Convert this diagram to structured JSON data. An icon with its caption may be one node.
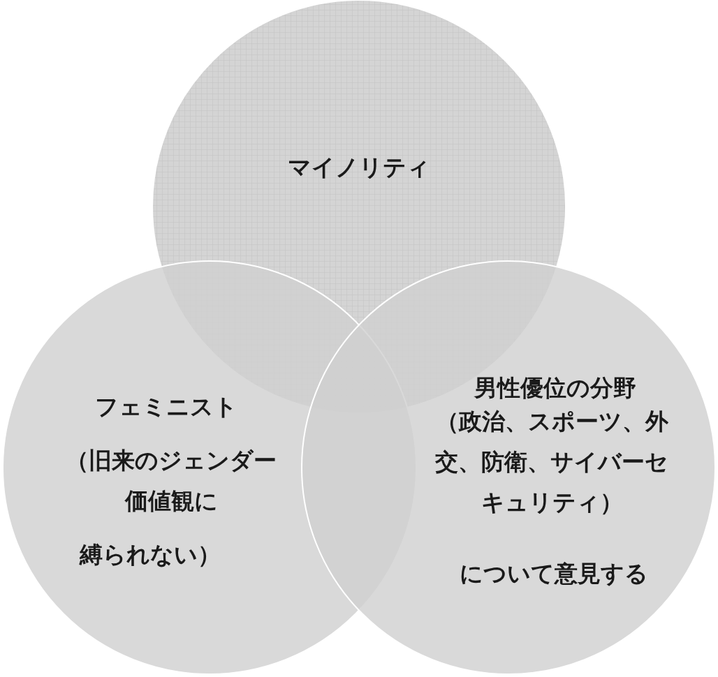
{
  "diagram": {
    "nodes": [
      {
        "text": [
          "マイノリティ"
        ]
      },
      {
        "text": [
          "フェミニスト",
          "（旧来のジェンダー価値観に",
          "縛られない）"
        ]
      },
      {
        "text": [
          "男性優位の分野",
          "（政治、スポーツ、外交、防衛、サイバーセキュリティ）",
          "について意見する"
        ]
      }
    ]
  }
}
